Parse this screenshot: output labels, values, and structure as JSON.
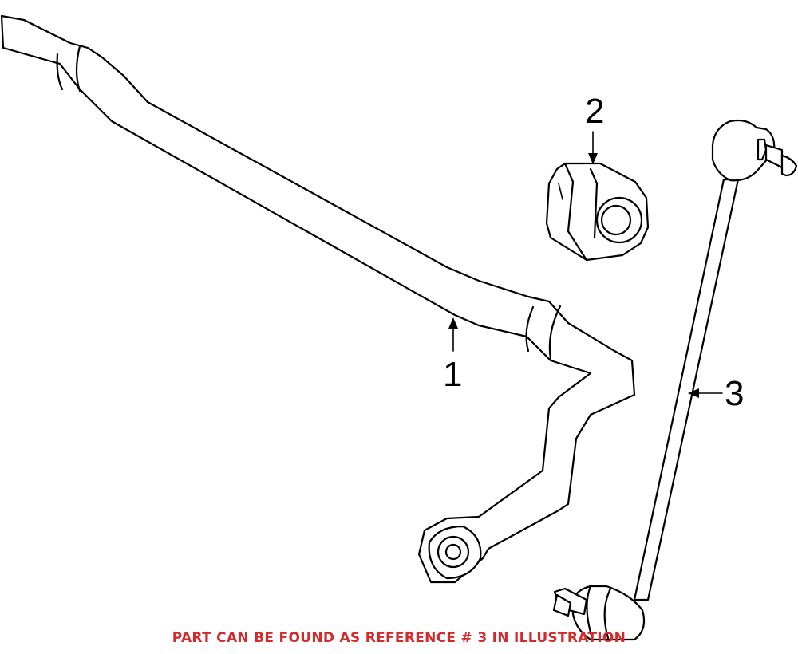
{
  "callouts": [
    {
      "id": "1",
      "label": "1"
    },
    {
      "id": "2",
      "label": "2"
    },
    {
      "id": "3",
      "label": "3"
    }
  ],
  "footer": {
    "note": "PART CAN BE FOUND AS REFERENCE # 3 IN ILLUSTRATION"
  },
  "colors": {
    "line": "#000000",
    "note": "#d42a2a",
    "background": "#ffffff"
  }
}
